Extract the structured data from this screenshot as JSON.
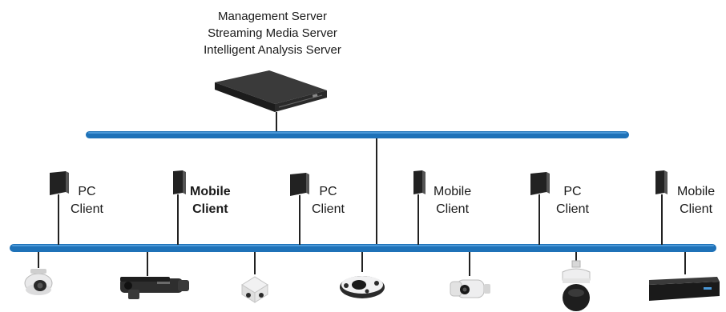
{
  "server": {
    "labels": [
      "Management Server",
      "Streaming Media Server",
      "Intelligent Analysis Server"
    ]
  },
  "clients": [
    {
      "line1": "PC",
      "line2": "Client"
    },
    {
      "line1": "Mobile",
      "line2": "Client"
    },
    {
      "line1": "PC",
      "line2": "Client"
    },
    {
      "line1": "Mobile",
      "line2": "Client"
    },
    {
      "line1": "PC",
      "line2": "Client"
    },
    {
      "line1": "Mobile",
      "line2": "Client"
    }
  ],
  "devices": [
    "dome-camera",
    "bullet-camera",
    "mini-dome-camera",
    "fisheye-camera",
    "box-camera",
    "ptz-camera",
    "nvr-recorder"
  ],
  "colors": {
    "bus": "#1f72b8",
    "bus_highlight": "#4a98d8",
    "wire": "#222222",
    "device_dark": "#2b2b2b"
  }
}
